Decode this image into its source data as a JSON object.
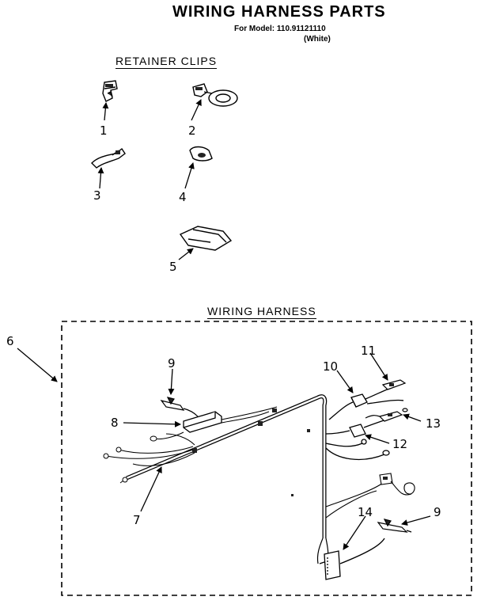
{
  "header": {
    "title": "WIRING HARNESS PARTS",
    "model_line": "For Model: 110.91121110",
    "color_line": "(White)"
  },
  "sections": {
    "retainer_clips": "RETAINER CLIPS",
    "wiring_harness": "WIRING HARNESS"
  },
  "callouts": {
    "c1": "1",
    "c2": "2",
    "c3": "3",
    "c4": "4",
    "c5": "5",
    "c6": "6",
    "c7": "7",
    "c8": "8",
    "c9a": "9",
    "c9b": "9",
    "c10": "10",
    "c11": "11",
    "c12": "12",
    "c13": "13",
    "c14": "14"
  },
  "icons": {
    "arrow": "callout-arrow-icon",
    "clip": "retainer-clip-icon",
    "terminal": "wire-terminal-icon",
    "connector": "wire-connector-icon"
  }
}
